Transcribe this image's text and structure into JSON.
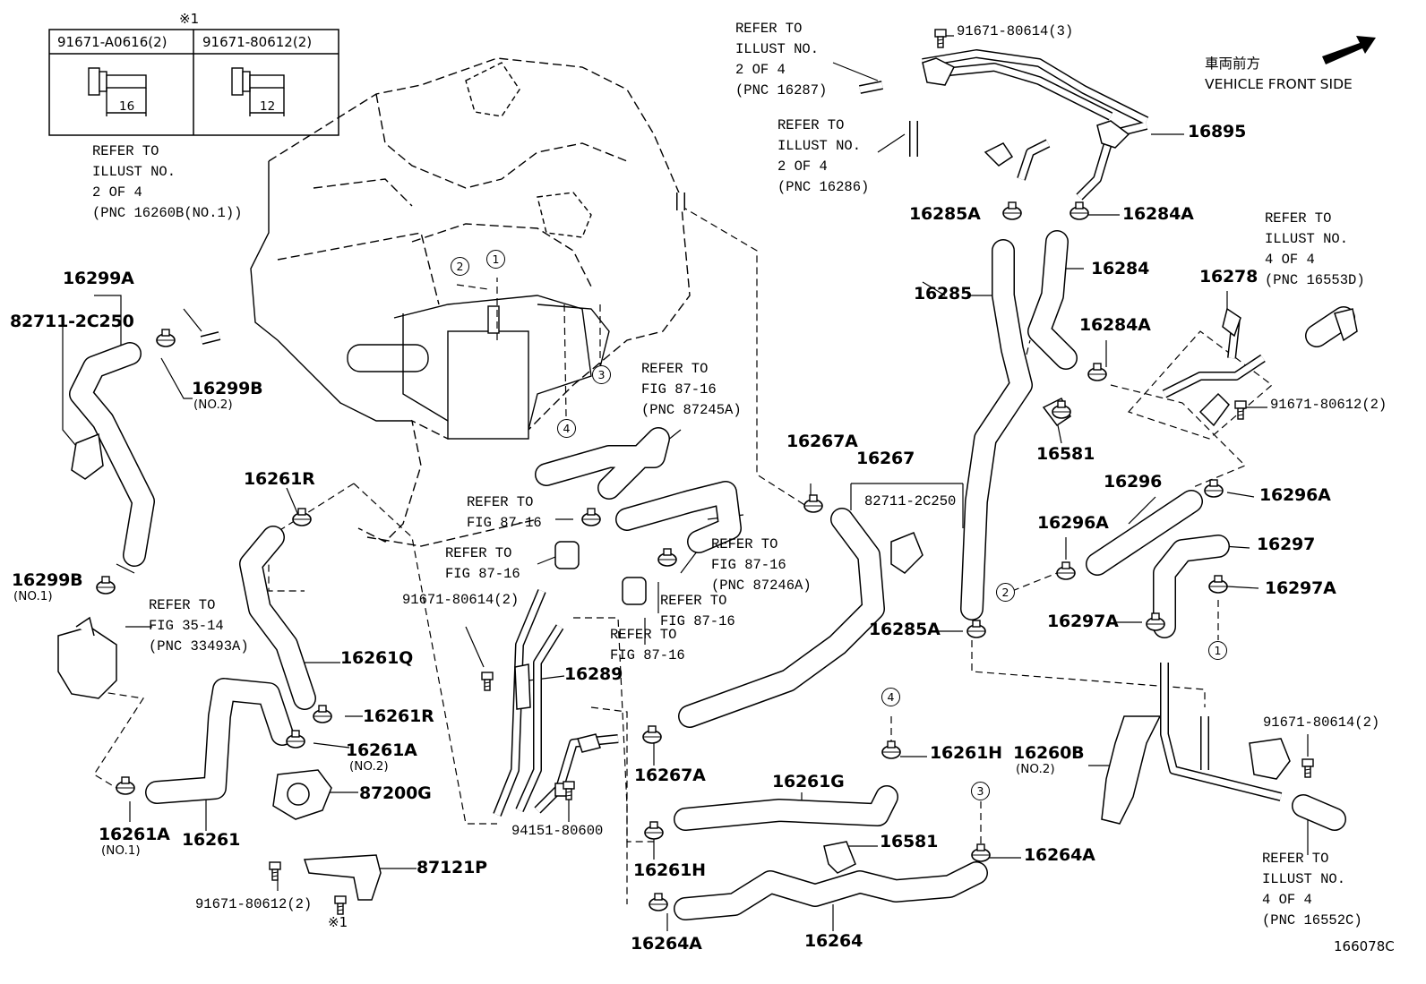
{
  "figure_id": "166078C",
  "vehicle_front": {
    "jp": "車両前方",
    "en": "VEHICLE FRONT SIDE"
  },
  "bolt_table": {
    "note_mark": "※1",
    "columns": [
      {
        "part": "91671-A0616(2)",
        "length": "16"
      },
      {
        "part": "91671-80612(2)",
        "length": "12"
      }
    ]
  },
  "circle_refs": [
    "1",
    "2",
    "3",
    "4"
  ],
  "labels": {
    "p16299A": "16299A",
    "p82711a": "82711-2C250",
    "p16299B_no2": "16299B",
    "no2_a": "(NO.2)",
    "p16299B_no1": "16299B",
    "no1_a": "(NO.1)",
    "p16261R_top": "16261R",
    "p16261Q": "16261Q",
    "p16261R_mid": "16261R",
    "p16261A_no2": "16261A",
    "no2_b": "(NO.2)",
    "p87200G": "87200G",
    "p16261A_no1": "16261A",
    "no1_b": "(NO.1)",
    "p16261": "16261",
    "p87121P": "87121P",
    "bolt_bottom": "91671-80612(2)",
    "note_bottom": "※1",
    "bolt_pipe": "91671-80614(2)",
    "p16289": "16289",
    "nut_94151": "94151-80600",
    "p16267A_top": "16267A",
    "p16267": "16267",
    "p82711b": "82711-2C250",
    "p16267A_bot": "16267A",
    "p16261H_left": "16261H",
    "p16264A_left": "16264A",
    "p16264": "16264",
    "p16261G": "16261G",
    "p16581_bot": "16581",
    "p16261H_right": "16261H",
    "p16264A_right": "16264A",
    "bolt_top": "91671-80614(3)",
    "p16895": "16895",
    "p16285A_top": "16285A",
    "p16284A_top": "16284A",
    "p16285": "16285",
    "p16284": "16284",
    "p16284A_mid": "16284A",
    "p16581_top": "16581",
    "p16278": "16278",
    "bolt_right": "91671-80612(2)",
    "p16296": "16296",
    "p16296A_right": "16296A",
    "p16296A_left": "16296A",
    "p16297": "16297",
    "p16297A_right": "16297A",
    "p16285A_bot": "16285A",
    "p16297A_left": "16297A",
    "p16260B": "16260B",
    "no2_c": "(NO.2)",
    "bolt_rb": "91671-80614(2)"
  },
  "refs": {
    "r_16260B": "REFER TO\nILLUST NO.\n2 OF 4\n(PNC 16260B(NO.1))",
    "r_33493A": "REFER TO\nFIG 35-14\n(PNC 33493A)",
    "r_87245A": "REFER TO\nFIG 87-16\n(PNC 87245A)",
    "r_fig_a": "REFER TO\nFIG 87-16",
    "r_fig_b": "REFER TO\nFIG 87-16",
    "r_87246A": "REFER TO\nFIG 87-16\n(PNC 87246A)",
    "r_fig_c": "REFER TO\nFIG 87-16",
    "r_fig_d": "REFER TO\nFIG 87-16",
    "r_16287": "REFER TO\nILLUST NO.\n2 OF 4\n(PNC 16287)",
    "r_16286": "REFER TO\nILLUST NO.\n2 OF 4\n(PNC 16286)",
    "r_16553D": "REFER TO\nILLUST NO.\n4 OF 4\n(PNC 16553D)",
    "r_16552C": "REFER TO\nILLUST NO.\n4 OF 4\n(PNC 16552C)"
  }
}
